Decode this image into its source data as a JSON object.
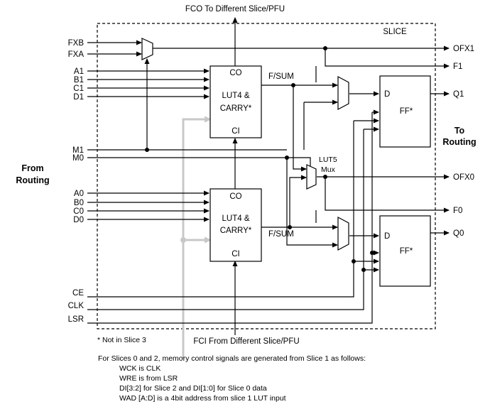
{
  "title_top": "FCO To Different Slice/PFU",
  "title_bottom": "FCI From Different Slice/PFU",
  "slice_label": "SLICE",
  "from_routing": [
    "From",
    "Routing"
  ],
  "to_routing": [
    "To",
    "Routing"
  ],
  "inputs_left": {
    "fxb": "FXB",
    "fxa": "FXA",
    "a1": "A1",
    "b1": "B1",
    "c1": "C1",
    "d1": "D1",
    "m1": "M1",
    "m0": "M0",
    "a0": "A0",
    "b0": "B0",
    "c0": "C0",
    "d0": "D0",
    "ce": "CE",
    "clk": "CLK",
    "lsr": "LSR"
  },
  "outputs_right": {
    "ofx1": "OFX1",
    "f1": "F1",
    "q1": "Q1",
    "ofx0": "OFX0",
    "f0": "F0",
    "q0": "Q0"
  },
  "lut_upper": {
    "co": "CO",
    "line1": "LUT4 &",
    "line2": "CARRY*",
    "ci": "CI"
  },
  "lut_lower": {
    "co": "CO",
    "line1": "LUT4 &",
    "line2": "CARRY*",
    "ci": "CI"
  },
  "fsum_upper": "F/SUM",
  "fsum_lower": "F/SUM",
  "lut5_mux": [
    "LUT5",
    "Mux"
  ],
  "ff_upper": {
    "d": "D",
    "label": "FF*"
  },
  "ff_lower": {
    "d": "D",
    "label": "FF*"
  },
  "footnote": "* Not in Slice 3",
  "notes": {
    "heading": "For Slices 0 and 2, memory control signals are generated from Slice 1 as follows:",
    "items": [
      "WCK is CLK",
      "WRE is from LSR",
      "DI[3:2] for Slice 2 and DI[1:0] for Slice 0 data",
      "WAD [A:D] is a 4bit address from slice 1 LUT input"
    ]
  }
}
